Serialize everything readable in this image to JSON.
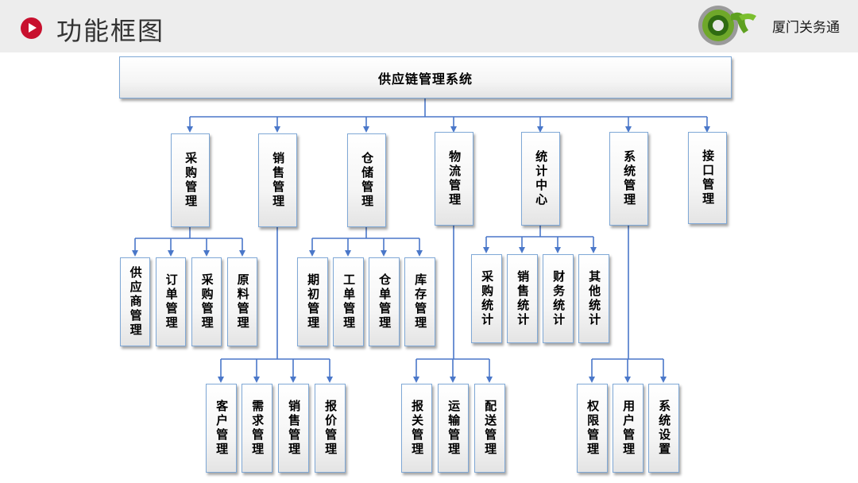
{
  "header": {
    "title": "功能框图",
    "company": "厦门关务通",
    "brand_color": "#c8102e"
  },
  "diagram": {
    "connector_color": "#4a77c9",
    "root": "供应链管理系统",
    "modules": [
      {
        "label": "采购管理",
        "children": [
          "供应商管理",
          "订单管理",
          "采购管理",
          "原料管理"
        ]
      },
      {
        "label": "销售管理",
        "children": [
          "客户管理",
          "需求管理",
          "销售管理",
          "报价管理"
        ]
      },
      {
        "label": "仓储管理",
        "children": [
          "期初管理",
          "工单管理",
          "仓单管理",
          "库存管理"
        ]
      },
      {
        "label": "物流管理",
        "children": [
          "报关管理",
          "运输管理",
          "配送管理"
        ]
      },
      {
        "label": "统计中心",
        "children": [
          "采购统计",
          "销售统计",
          "财务统计",
          "其他统计"
        ]
      },
      {
        "label": "系统管理",
        "children": [
          "权限管理",
          "用户管理",
          "系统设置"
        ]
      },
      {
        "label": "接口管理",
        "children": []
      }
    ]
  }
}
